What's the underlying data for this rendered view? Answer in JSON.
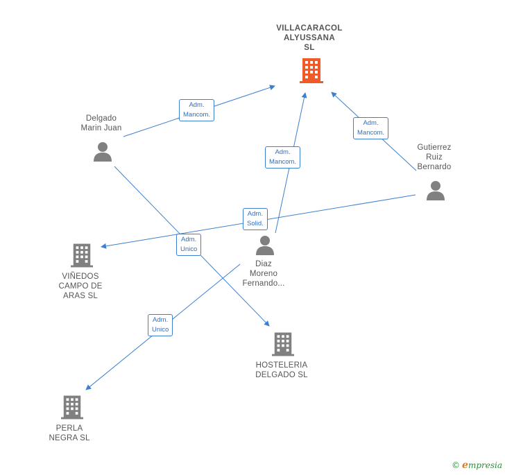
{
  "nodes": {
    "villacaracol": {
      "lines": [
        "VILLACARACOL",
        "ALYUSSANA",
        "SL"
      ],
      "type": "company-main"
    },
    "delgado": {
      "lines": [
        "Delgado",
        "Marin Juan"
      ],
      "type": "person"
    },
    "gutierrez": {
      "lines": [
        "Gutierrez",
        "Ruiz",
        "Bernardo"
      ],
      "type": "person"
    },
    "diaz": {
      "lines": [
        "Diaz",
        "Moreno",
        "Fernando..."
      ],
      "type": "person"
    },
    "vinedos": {
      "lines": [
        "VIÑEDOS",
        "CAMPO DE",
        "ARAS  SL"
      ],
      "type": "company"
    },
    "hosteleria": {
      "lines": [
        "HOSTELERIA",
        "DELGADO  SL"
      ],
      "type": "company"
    },
    "perla": {
      "lines": [
        "PERLA",
        "NEGRA  SL"
      ],
      "type": "company"
    }
  },
  "edges": {
    "delgado_villa": {
      "lines": [
        "Adm.",
        "Mancom."
      ]
    },
    "diaz_villa": {
      "lines": [
        "Adm.",
        "Mancom."
      ]
    },
    "gutierrez_villa": {
      "lines": [
        "Adm.",
        "Mancom."
      ]
    },
    "gutierrez_vinedos": {
      "lines": [
        "Adm.",
        "Solid."
      ]
    },
    "delgado_hosteleria": {
      "lines": [
        "Adm.",
        "Unico"
      ]
    },
    "diaz_perla": {
      "lines": [
        "Adm.",
        "Unico"
      ]
    }
  },
  "colors": {
    "edge": "#3b7fd0",
    "company_icon": "#808080",
    "main_company_icon": "#f05a28",
    "person_icon": "#808080"
  },
  "footer": {
    "copyright": "©",
    "brand_initial": "e",
    "brand_rest": "mpresia"
  }
}
